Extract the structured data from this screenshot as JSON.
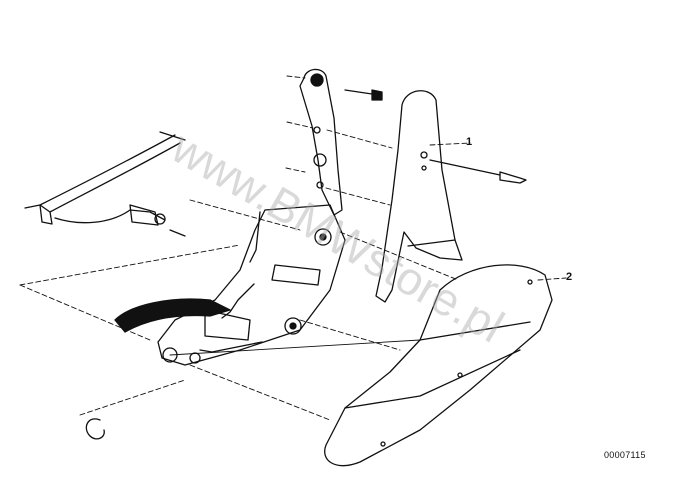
{
  "callouts": [
    {
      "id": "1",
      "label": "1"
    },
    {
      "id": "2",
      "label": "2"
    }
  ],
  "part_number": "00007115",
  "watermark_text": "www.BMWstore.pl",
  "colors": {
    "ink": "#111111",
    "paper": "#ffffff",
    "watermark": "#aaaaaa"
  }
}
